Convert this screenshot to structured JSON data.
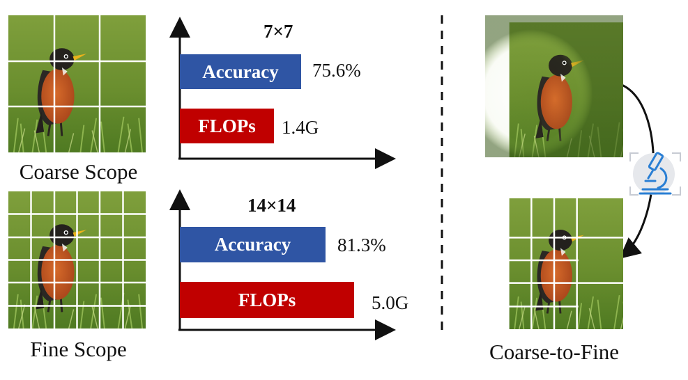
{
  "left": {
    "coarse_caption": "Coarse Scope",
    "fine_caption": "Fine Scope"
  },
  "charts": {
    "coarse": {
      "title": "7×7",
      "bars": [
        {
          "label": "Accuracy",
          "value_text": "75.6%",
          "color": "#2f55a4"
        },
        {
          "label": "FLOPs",
          "value_text": "1.4G",
          "color": "#c00000"
        }
      ]
    },
    "fine": {
      "title": "14×14",
      "bars": [
        {
          "label": "Accuracy",
          "value_text": "81.3%",
          "color": "#2f55a4"
        },
        {
          "label": "FLOPs",
          "value_text": "5.0G",
          "color": "#c00000"
        }
      ]
    }
  },
  "right": {
    "caption": "Coarse-to-Fine",
    "icon": "microscope-icon"
  }
}
